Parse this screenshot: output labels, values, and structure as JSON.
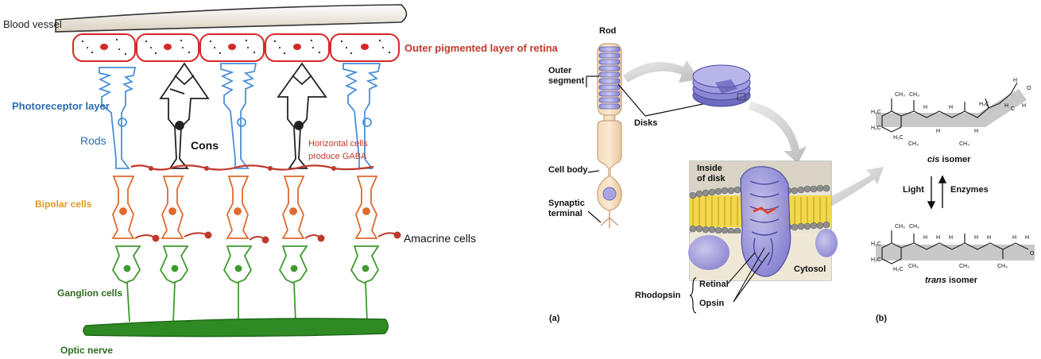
{
  "retina_panel": {
    "labels": {
      "blood_vessel": "Blood vessel",
      "outer_pigmented": "Outer pigmented layer of retina",
      "photoreceptor_layer": "Photoreceptor layer",
      "rods": "Rods",
      "cons": "Cons",
      "horizontal_cells_1": "Horizontal cells",
      "horizontal_cells_2": "produce GABA",
      "bipolar_cells": "Bipolar cells",
      "amacrine_cells": "Amacrine cells",
      "ganglion_cells": "Ganglion cells",
      "optic_nerve": "Optic nerve"
    },
    "colors": {
      "vessel": "#d8cfc0",
      "pigment": "#d62828",
      "rod": "#4a90d9",
      "cone": "#222222",
      "horizontal": "#c0392b",
      "bipolar": "#e06a2c",
      "amacrine": "#c0392b",
      "ganglion": "#3f9a2f",
      "optic": "#2f8a24",
      "label_blue": "#2b6cb0",
      "label_orange": "#e8961e",
      "label_green": "#2e6b1f",
      "label_red": "#c0392b"
    }
  },
  "rod_panel": {
    "labels": {
      "rod": "Rod",
      "outer_segment_1": "Outer",
      "outer_segment_2": "segment",
      "disks": "Disks",
      "cell_body": "Cell body",
      "synaptic_1": "Synaptic",
      "synaptic_2": "terminal",
      "inside_disk_1": "Inside",
      "inside_disk_2": "of disk",
      "cytosol": "Cytosol",
      "rhodopsin": "Rhodopsin",
      "retinal": "Retinal",
      "opsin": "Opsin",
      "panel_a": "(a)"
    }
  },
  "isomer_panel": {
    "labels": {
      "cis_isomer": "cis",
      "trans_isomer": "trans",
      "isomer_word": " isomer",
      "light": "Light",
      "enzymes": "Enzymes",
      "panel_b": "(b)"
    },
    "atoms": {
      "h": "H",
      "ch3": "CH₃",
      "h3c": "H₃C",
      "h2c": "H₂C",
      "c": "C",
      "o": "O"
    }
  }
}
